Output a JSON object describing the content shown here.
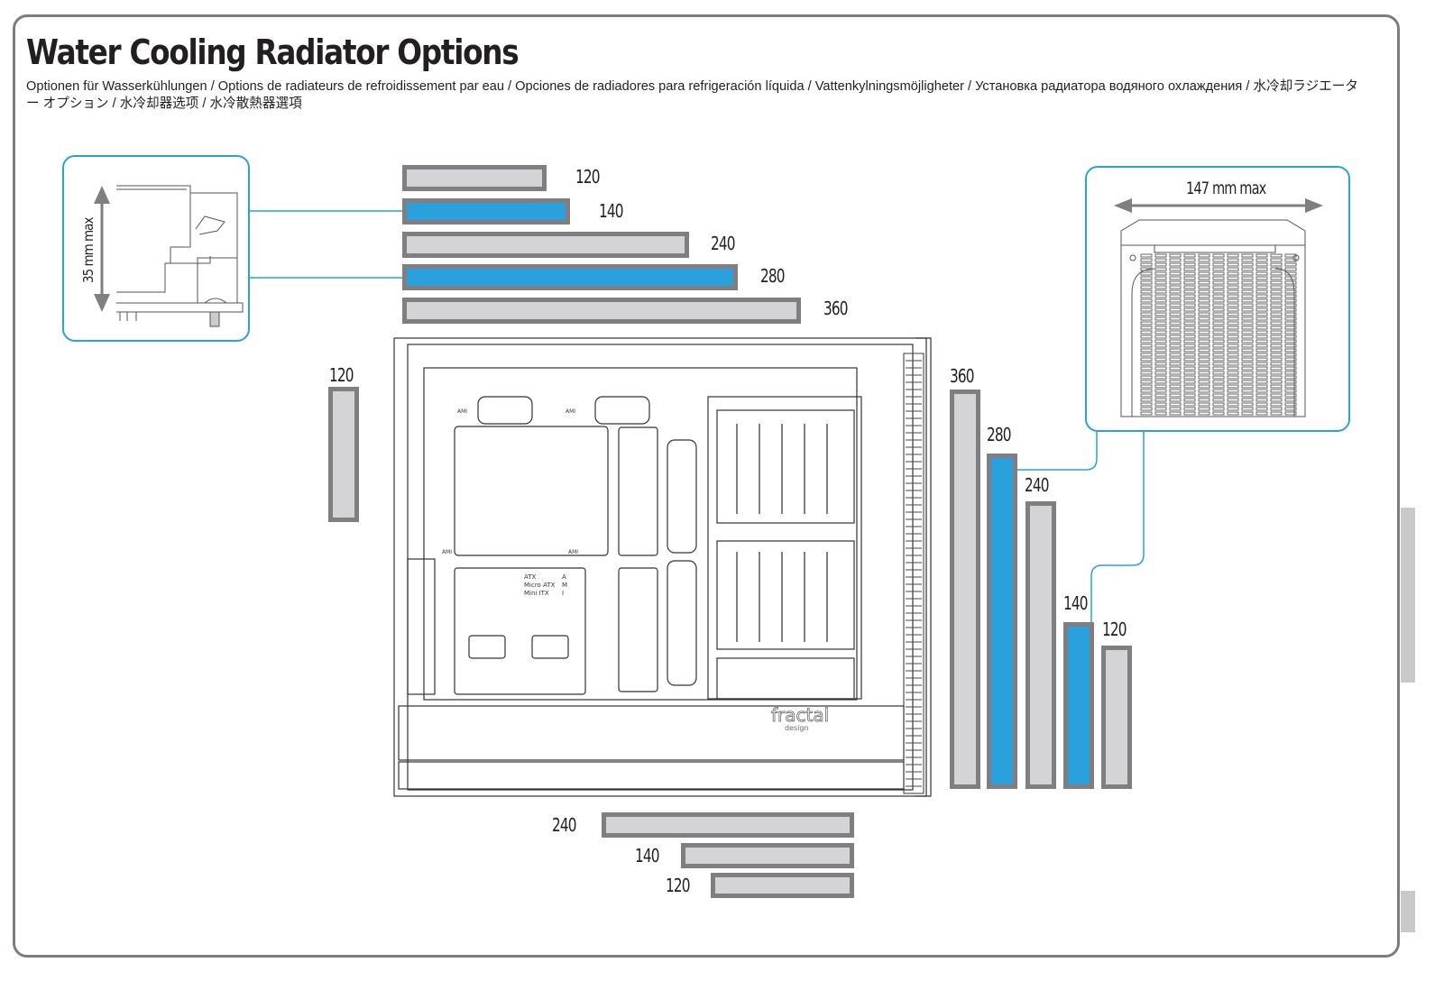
{
  "title": "Water Cooling Radiator Options",
  "subtitle": "Optionen für Wasserkühlungen / Options de radiateurs de refroidissement par eau / Opciones de radiadores para refrigeración líquida / Vattenkylningsmöjligheter / Установка радиатора водяного охлаждения / 水冷却ラジエーター オプション / 水冷却器选项 / 水冷散熱器選項",
  "colors": {
    "highlight": "#2aa1dc",
    "radiator_fill": "#d4d3d5",
    "radiator_border": "#807e80",
    "frame": "#7d7c7e"
  },
  "callouts": {
    "top_clearance": {
      "label": "35 mm max",
      "icon": "radiator-side-profile"
    },
    "front_clearance": {
      "label": "147 mm max",
      "icon": "radiator-front-view"
    }
  },
  "case_drawing": {
    "brand": "fractal",
    "brand_sub": "design",
    "motherboard_labels": [
      "ATX",
      "Micro ATX",
      "Mini ITX"
    ],
    "motherboard_codes": [
      "A",
      "M",
      "I"
    ],
    "standoff_label": "AMI"
  },
  "mount_locations": {
    "top": {
      "units": "mm",
      "sizes": [
        {
          "size": "120",
          "highlight": false
        },
        {
          "size": "140",
          "highlight": true
        },
        {
          "size": "240",
          "highlight": false
        },
        {
          "size": "280",
          "highlight": true
        },
        {
          "size": "360",
          "highlight": false
        }
      ]
    },
    "rear": {
      "units": "mm",
      "sizes": [
        {
          "size": "120",
          "highlight": false
        }
      ]
    },
    "front": {
      "units": "mm",
      "sizes": [
        {
          "size": "360",
          "highlight": false
        },
        {
          "size": "280",
          "highlight": true
        },
        {
          "size": "240",
          "highlight": false
        },
        {
          "size": "140",
          "highlight": true
        },
        {
          "size": "120",
          "highlight": false
        }
      ]
    },
    "bottom": {
      "units": "mm",
      "sizes": [
        {
          "size": "240",
          "highlight": false
        },
        {
          "size": "140",
          "highlight": false
        },
        {
          "size": "120",
          "highlight": false
        }
      ]
    }
  }
}
